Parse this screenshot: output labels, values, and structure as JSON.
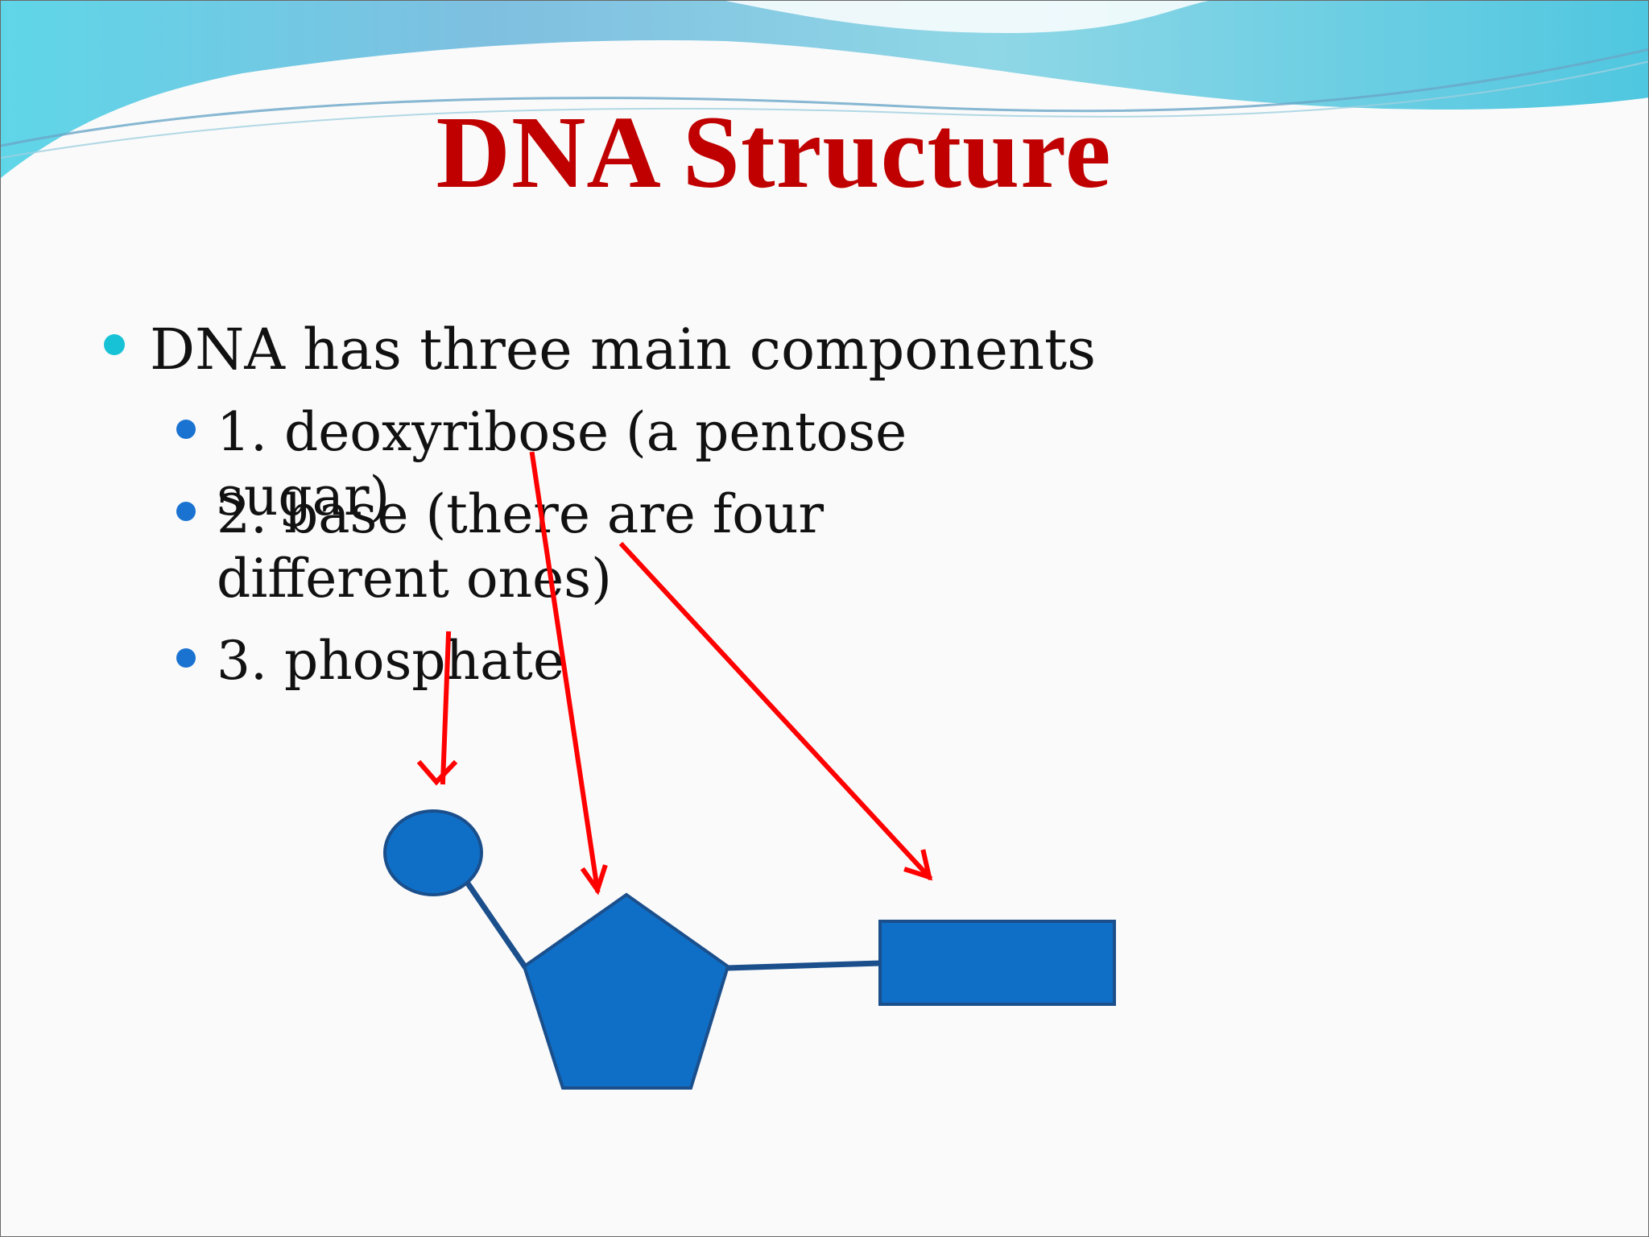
{
  "slide": {
    "title": "DNA Structure",
    "bullet_main": "DNA has three main components",
    "sub_bullets": [
      "1. deoxyribose (a pentose sugar)",
      "2. base (there are four different ones)",
      "3. phosphate"
    ]
  },
  "colors": {
    "title": "#c00000",
    "shape_fill": "#0f6fc6",
    "shape_stroke": "#1a4f8c",
    "arrow": "#ff0000",
    "bullet_main": "#17c2d6",
    "bullet_sub": "#1a73d1"
  },
  "diagram": {
    "shapes": [
      "phosphate-circle",
      "sugar-pentagon",
      "base-rectangle"
    ]
  }
}
